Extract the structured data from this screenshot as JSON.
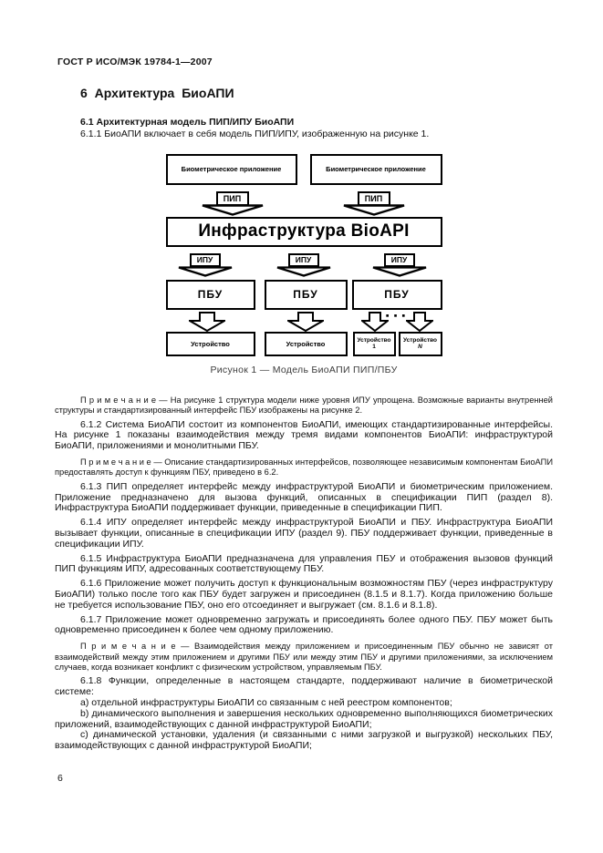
{
  "page": {
    "header": "ГОСТ Р ИСО/МЭК 19784-1—2007",
    "page_number": "6"
  },
  "section": {
    "h1": "6 Архитектура БиоАПИ",
    "h2": "6.1 Архитектурная модель ПИП/ИПУ БиоАПИ",
    "p611": "6.1.1 БиоАПИ включает в себя модель ПИП/ИПУ, изображенную на рисунке 1."
  },
  "figure": {
    "app_box": "Биометрическое приложение",
    "pip_label": "ПИП",
    "infrastructure": "Инфраструктура BioAPI",
    "ipu_label": "ИПУ",
    "pbu_label": "ПБУ",
    "device_label": "Устройство",
    "device_1_line1": "Устройство",
    "device_1_line2": "1",
    "device_n_line1": "Устройство",
    "device_n_line2": "N",
    "dots": "■ ■ ■",
    "caption": "Рисунок 1 — Модель БиоАПИ ПИП/ПБУ"
  },
  "body": {
    "note1": "П р и м е ч а н и е — На рисунке 1 структура модели ниже уровня ИПУ упрощена. Возможные варианты внутренней структуры и стандартизированный интерфейс ПБУ изображены на рисунке 2.",
    "p612": "6.1.2 Система БиоАПИ состоит из компонентов БиоАПИ, имеющих стандартизированные интерфейсы. На рисунке 1 показаны взаимодействия между тремя видами компонентов БиоАПИ: инфраструктурой БиоАПИ, приложениями и монолитными ПБУ.",
    "note2": "П р и м е ч а н и е — Описание стандартизированных интерфейсов, позволяющее независимым компонентам БиоАПИ предоставлять доступ к функциям ПБУ, приведено в 6.2.",
    "p613": "6.1.3 ПИП определяет интерфейс между инфраструктурой БиоАПИ и биометрическим приложением. Приложение предназначено для вызова функций, описанных в спецификации ПИП (раздел 8). Инфраструктура БиоАПИ поддерживает функции, приведенные в спецификации ПИП.",
    "p614": "6.1.4 ИПУ определяет интерфейс между инфраструктурой БиоАПИ и ПБУ. Инфраструктура БиоАПИ вызывает функции, описанные в спецификации ИПУ (раздел 9). ПБУ поддерживает функции, приведенные в спецификации ИПУ.",
    "p615": "6.1.5 Инфраструктура БиоАПИ предназначена для управления ПБУ и отображения вызовов функций ПИП функциям ИПУ, адресованных соответствующему ПБУ.",
    "p616": "6.1.6 Приложение может получить доступ к функциональным возможностям ПБУ (через инфраструктуру БиоАПИ) только после того как ПБУ будет загружен и присоединен (8.1.5 и 8.1.7). Когда приложению больше не требуется использование ПБУ, оно его отсоединяет и выгружает (см. 8.1.6 и 8.1.8).",
    "p617": "6.1.7 Приложение может одновременно загружать и присоединять более одного ПБУ. ПБУ может быть одновременно присоединен к более чем одному приложению.",
    "note3": "П р и м е ч а н и е — Взаимодействия между приложением и присоединенным ПБУ обычно не зависят от взаимодействий между этим приложением и другими ПБУ или между этим ПБУ и другими приложениями, за исключением случаев, когда возникает конфликт с физическим устройством, управляемым ПБУ.",
    "p618": "6.1.8 Функции, определенные в настоящем стандарте, поддерживают наличие в биометрической системе:",
    "item_a": "a) отдельной инфраструктуры БиоАПИ со связанным с ней реестром компонентов;",
    "item_b": "b) динамического выполнения и завершения нескольких одновременно выполняющихся биометрических приложений, взаимодействующих с данной инфраструктурой БиоАПИ;",
    "item_c": "с) динамической установки, удаления (и связанными с ними загрузкой и выгрузкой) нескольких ПБУ, взаимодействующих с данной инфраструктурой БиоАПИ;"
  }
}
